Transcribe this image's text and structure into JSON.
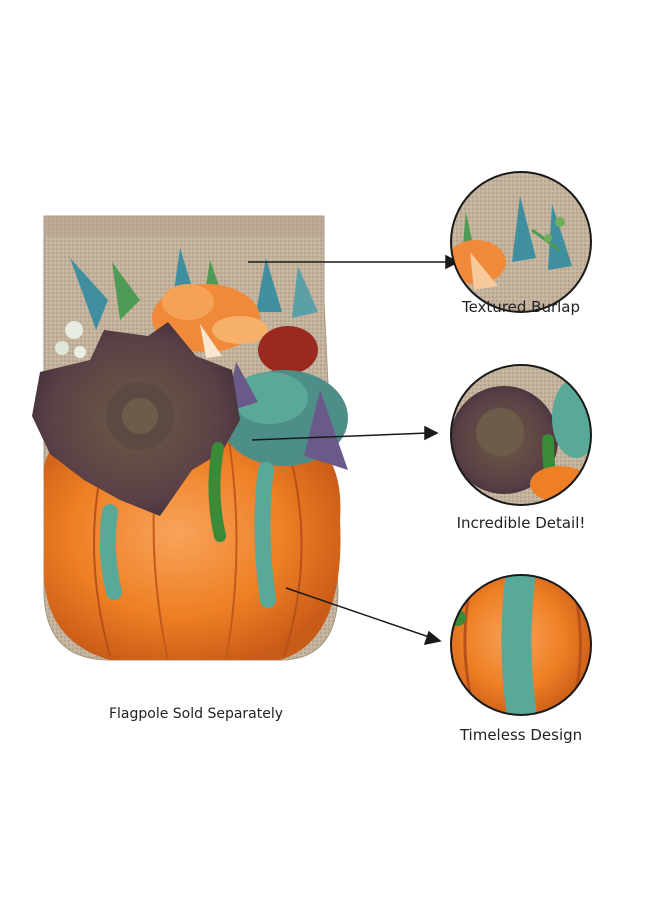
{
  "product": {
    "callouts": [
      {
        "label": "Textured Burlap"
      },
      {
        "label": "Incredible Detail!"
      },
      {
        "label": "Timeless Design"
      }
    ],
    "note": "Flagpole Sold Separately"
  },
  "colors": {
    "burlap": "#c2b29c",
    "pumpkin": "#ee7f24",
    "pumpkin_dark": "#b8501a",
    "succulent_purple": "#5a4046",
    "succulent_teal": "#5aa898",
    "leaf_green": "#4f9a55",
    "flower_orange": "#f08a3a",
    "flower_red": "#9a2a20",
    "arrow": "#1a1a1a"
  }
}
